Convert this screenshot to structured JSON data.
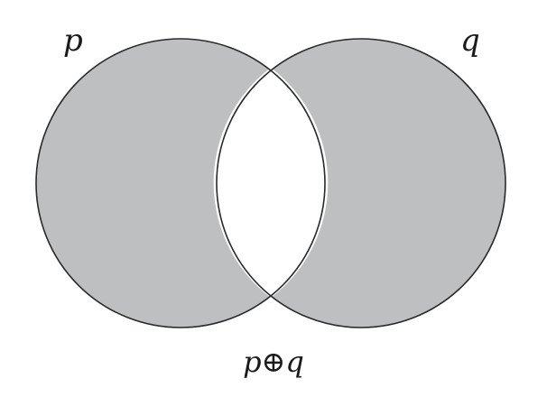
{
  "diagram": {
    "set_a_label": "p",
    "set_b_label": "q",
    "operation_label": "p⊕q",
    "fill_color": "#bebfc1",
    "outline_color": "#2a2a2a",
    "background_color": "#ffffff"
  }
}
